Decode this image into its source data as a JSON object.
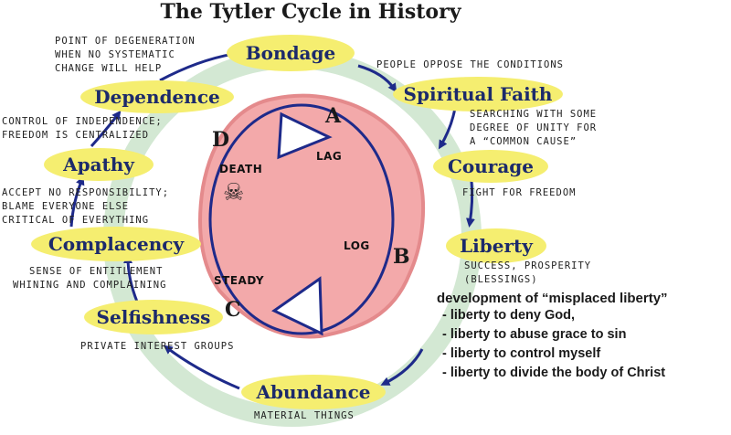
{
  "title": "The Tytler Cycle in History",
  "stages": {
    "bondage": "Bondage",
    "spiritual_faith": "Spiritual Faith",
    "courage": "Courage",
    "liberty": "Liberty",
    "abundance": "Abundance",
    "selfishness": "Selfishness",
    "complacency": "Complacency",
    "apathy": "Apathy",
    "dependence": "Dependence"
  },
  "notes": {
    "degeneration": [
      "POINT OF DEGENERATION",
      "WHEN NO SYSTEMATIC",
      "CHANGE WILL HELP"
    ],
    "oppose": "PEOPLE OPPOSE THE CONDITIONS",
    "searching": [
      "SEARCHING WITH SOME",
      "DEGREE OF UNITY FOR",
      "A “COMMON CAUSE”"
    ],
    "fight": "FIGHT FOR FREEDOM",
    "success": [
      "SUCCESS, PROSPERITY",
      "(BLESSINGS)"
    ],
    "material": "MATERIAL THINGS",
    "private": "PRIVATE INTEREST GROUPS",
    "entitlement": [
      "SENSE OF ENTITLEMENT",
      "WHINING AND COMPLAINING"
    ],
    "responsibility": [
      "ACCEPT NO RESPONSIBILITY;",
      "BLAME EVERYONE ELSE",
      "CRITICAL OF EVERYTHING"
    ],
    "control": [
      "CONTROL OF INDEPENDENCE;",
      "FREEDOM IS CENTRALIZED"
    ]
  },
  "inner": {
    "letter_a": "A",
    "letter_b": "B",
    "letter_c": "C",
    "letter_d": "D",
    "death": "DEATH",
    "lag": "LAG",
    "log": "LOG",
    "steady": "STEADY"
  },
  "misplaced_liberty": {
    "heading": "development of “misplaced liberty”",
    "items": [
      "- liberty to deny God,",
      "- liberty to abuse grace to sin",
      "- liberty to control myself",
      "- liberty to divide the body of Christ"
    ]
  },
  "colors": {
    "ring": "#d3e8d3",
    "stage_fill": "#f5ee70",
    "stage_text": "#1c2a6b",
    "blob": "#f3a9aa",
    "blob_edge": "#e48a8c",
    "arrow": "#1e2a8a"
  },
  "icons": {
    "skull": "skull-crossbones-icon"
  }
}
